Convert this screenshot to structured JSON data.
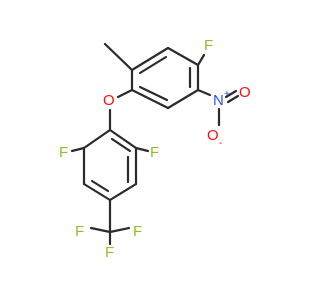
{
  "molecule": {
    "atom_labels": {
      "f_ring_top": "F",
      "o_ether": "O",
      "n_nitro": "N",
      "nitro_n_charge": "+",
      "o_nitro_double": "O",
      "o_nitro_single": "O",
      "nitro_o_charge": "-",
      "f_left": "F",
      "f_right": "F",
      "f_cf3_top": "F",
      "f_cf3_left": "F",
      "f_cf3_right": "F"
    },
    "colors": {
      "bond": "#2b2b2b",
      "carbon_text": "#2b2b2b",
      "fluorine": "#8fbf2f",
      "oxygen": "#ff0d0d",
      "nitrogen": "#3050f8"
    }
  }
}
